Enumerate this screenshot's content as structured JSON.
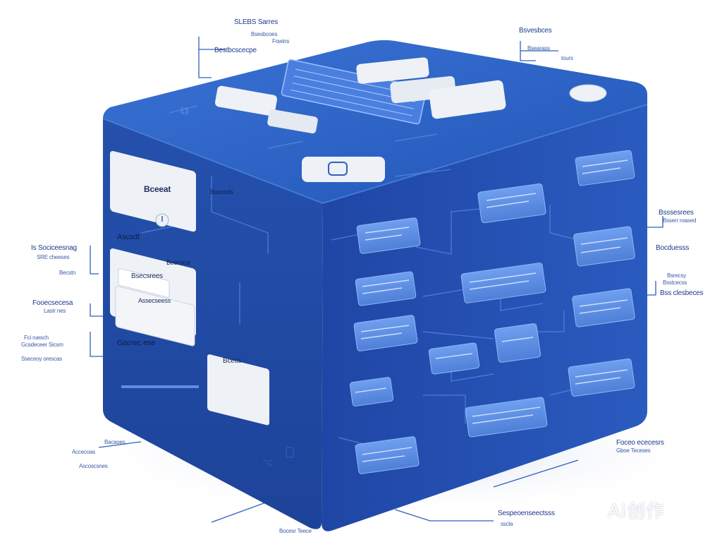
{
  "colors": {
    "top_face": "#2e63c6",
    "top_face_dark": "#1f4fae",
    "left_face": "#2149a6",
    "right_face": "#1e43a0",
    "card_light": "#eef1f6",
    "card_blue": "#5b8ee0",
    "line": "#2f5fc0",
    "label": "#1e3a8a"
  },
  "callouts": {
    "top_left_1": "SLEBS Sarres",
    "top_left_2": "Bsesbcoes",
    "top_left_3": "Fowins",
    "top_left_4": "Bestbcscecpe",
    "top_right_1": "Bsvesbces",
    "top_right_2": "Bsearass",
    "top_right_3": "tours",
    "left_1": "Is Sociceesnag",
    "left_2": "SRE cheeses",
    "left_3": "Becstn",
    "left_4": "Fooecsecesa",
    "left_5": "Lastr nes",
    "left_6": "Fci ruesch",
    "left_7": "Gcsdeceer Sicsm",
    "left_8": "Sseceoy orescas",
    "bottom_left_1": "Bacaoes",
    "bottom_left_2": "Accecoas",
    "bottom_left_3": "Ascoscsnes",
    "bottom_1": "Bocesr Teece",
    "right_1": "Bsssesrees",
    "right_2": "Bsserr roased",
    "right_3": "Bocduesss",
    "right_4": "Bsrecsy",
    "right_5": "Bsstcecss",
    "right_6": "Bss clesbeces",
    "bottom_right_1": "Foceo ececesrs",
    "bottom_right_2": "Gboe Teceses",
    "bottom_center_1": "Sespeoenseectsss",
    "bottom_center_2": "sscla"
  },
  "panels": {
    "panel_1": "Bceeat",
    "panel_2": "Bsecsrees",
    "panel_3": "Assecseess",
    "panel_4": "Bcecs",
    "face_text_1": "Ascsdt",
    "face_text_2": "Bsccods",
    "face_text_3": "Gacrec ese",
    "face_text_4": "Beecsca"
  },
  "watermark": "Ai创作"
}
